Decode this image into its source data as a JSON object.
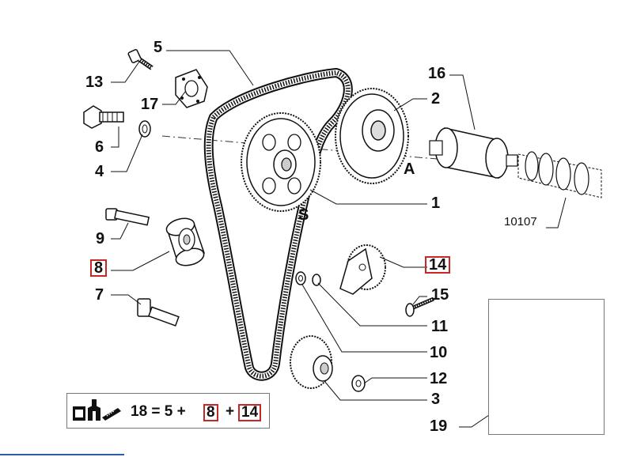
{
  "callouts": {
    "c5": "5",
    "c13": "13",
    "c17": "17",
    "c6": "6",
    "c4": "4",
    "c16": "16",
    "c2": "2",
    "cA": "A",
    "c1": "1",
    "cS": "S",
    "c10107": "10107",
    "c9": "9",
    "c8": "8",
    "c7": "7",
    "c14": "14",
    "c15": "15",
    "c11": "11",
    "c10": "10",
    "c12": "12",
    "c3": "3",
    "c19": "19"
  },
  "formula": {
    "lhs": "18 = 5 +",
    "boxed_a": "8",
    "plus": "+",
    "boxed_b": "14"
  },
  "colors": {
    "highlight_box": "#c62828",
    "line_art": "#111111",
    "bottom_rule": "#2b5ca8"
  },
  "icons": {
    "kit": "kit-assembly-icon"
  }
}
